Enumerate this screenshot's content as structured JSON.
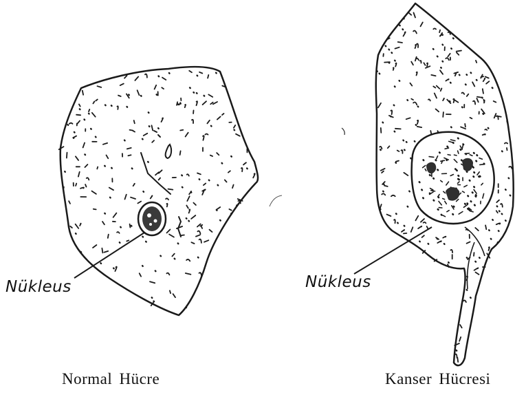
{
  "normal_cell": {
    "callout": "Nükleus",
    "caption": "Normal Hücre"
  },
  "cancer_cell": {
    "callout": "Nükleus",
    "caption": "Kanser Hücresi"
  },
  "colors": {
    "ink": "#1a1a1a",
    "background": "#ffffff"
  }
}
